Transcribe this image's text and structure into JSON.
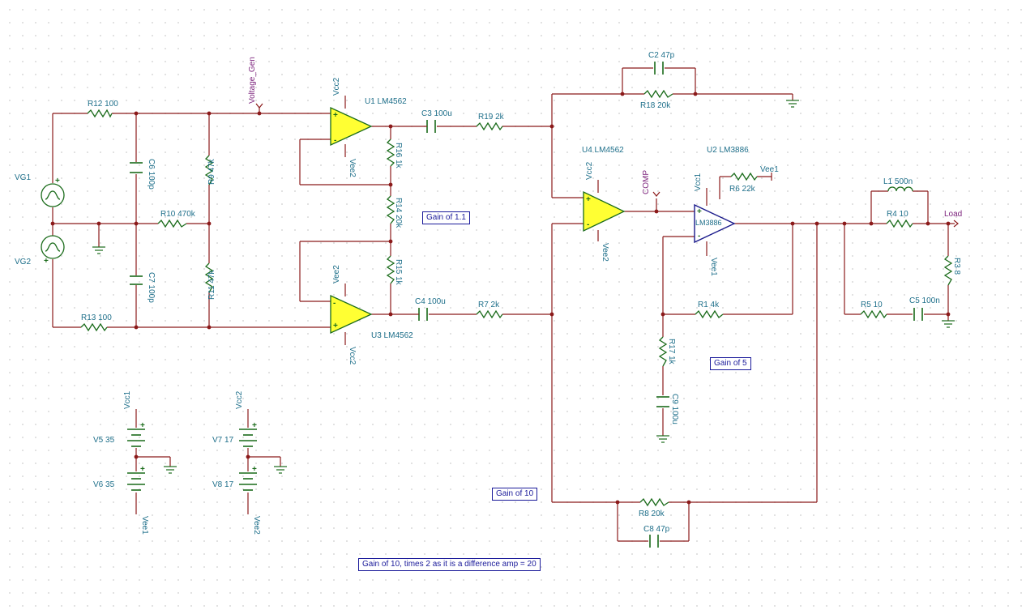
{
  "components": {
    "r12": "R12 100",
    "r13": "R13 100",
    "r10": "R10 470k",
    "r9": "R9 47k",
    "r11": "R11 47k",
    "c6": "C6 100p",
    "c7": "C7 100p",
    "r16": "R16 1k",
    "r14": "R14 20k",
    "r15": "R15 1k",
    "c3": "C3 100u",
    "c4": "C4 100u",
    "r19": "R19 2k",
    "r7": "R7 2k",
    "c2": "C2 47p",
    "r18": "R18 20k",
    "r8": "R8 20k",
    "c8": "C8 47p",
    "r6": "R6 22k",
    "r1": "R1 4k",
    "r17": "R17 1k",
    "c9": "C9 100u",
    "l1": "L1 500n",
    "r4": "R4 10",
    "r5": "R5 10",
    "c5": "C5 100n",
    "r3": "R3 8",
    "vg1": "VG1",
    "vg2": "VG2",
    "v5": "V5 35",
    "v6": "V6 35",
    "v7": "V7 17",
    "v8": "V8 17"
  },
  "opamps": {
    "u1": "U1 LM4562",
    "u3": "U3 LM4562",
    "u4": "U4 LM4562",
    "u2": "U2 LM3886",
    "u2_body": "LM3886"
  },
  "nets": {
    "voltage_gen": "Voltage_Gen",
    "comp": "COMP",
    "load": "Load",
    "vcc1": "Vcc1",
    "vcc2": "Vcc2",
    "vee1": "Vee1",
    "vee2": "Vee2"
  },
  "notes": {
    "gain_1_1": "Gain of 1.1",
    "gain_5": "Gain of 5",
    "gain_10": "Gain of 10",
    "gain_total": "Gain of 10, times 2 as it is a difference amp = 20"
  },
  "pins": {
    "plus": "+",
    "minus": "-"
  }
}
